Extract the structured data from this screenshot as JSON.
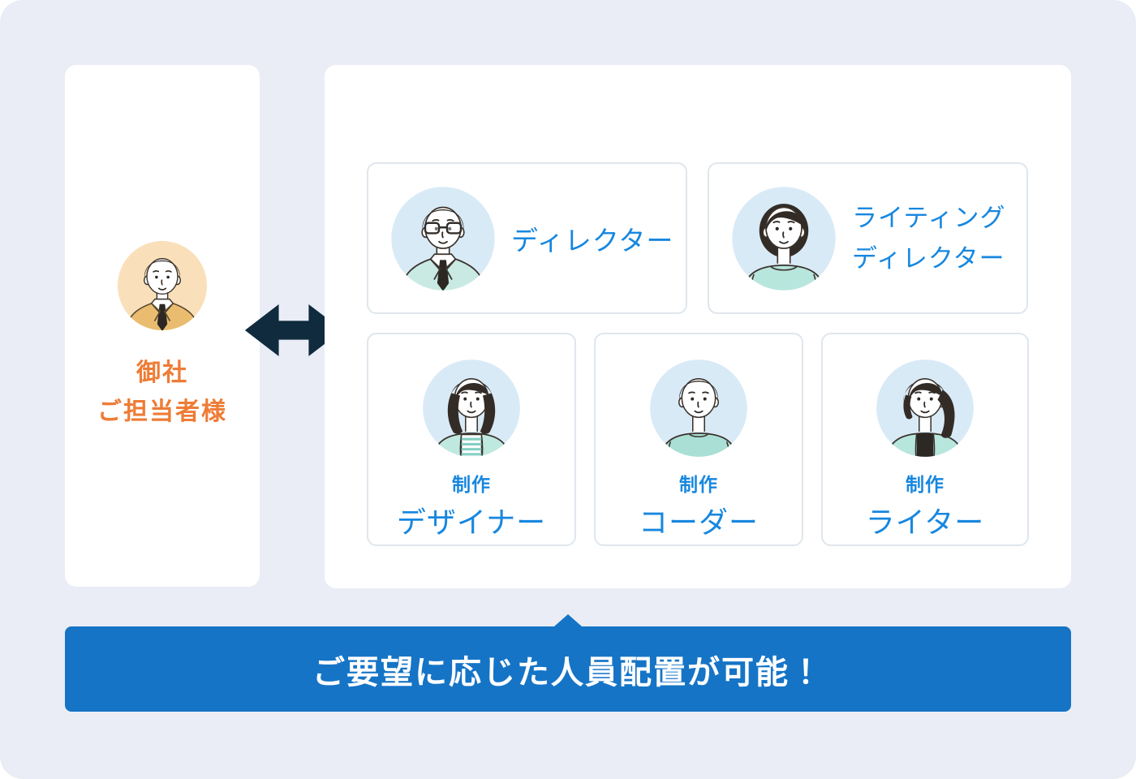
{
  "palette": {
    "page_bg": "#eaedf6",
    "panel_bg": "#ffffff",
    "card_border": "#dfe6ec",
    "role_text_blue": "#1787df",
    "banner_blue": "#1574c6",
    "client_orange": "#ee7c36",
    "arrow_navy": "#0f2b3d",
    "staff_circle_bg": "#d9eaf7",
    "client_circle_bg": "#fae0ba",
    "clothing_teal": "#b7e6dd",
    "client_suit_tan": "#e9bc6f"
  },
  "client": {
    "line1": "御社",
    "line2": "ご担当者様",
    "avatar": "businessman-tan-suit"
  },
  "team": {
    "director": {
      "label": "ディレクター",
      "avatar": "man-glasses-teal-suit"
    },
    "writing_director": {
      "line1": "ライティング",
      "line2": "ディレクター",
      "avatar": "woman-bob-teal-sweater"
    },
    "designer": {
      "prefix": "制作",
      "label": "デザイナー",
      "avatar": "woman-striped-top-cardigan"
    },
    "coder": {
      "prefix": "制作",
      "label": "コーダー",
      "avatar": "man-teal-sweater"
    },
    "writer": {
      "prefix": "制作",
      "label": "ライター",
      "avatar": "woman-ponytail-cardigan"
    }
  },
  "banner": {
    "text": "ご要望に応じた人員配置が可能！"
  }
}
